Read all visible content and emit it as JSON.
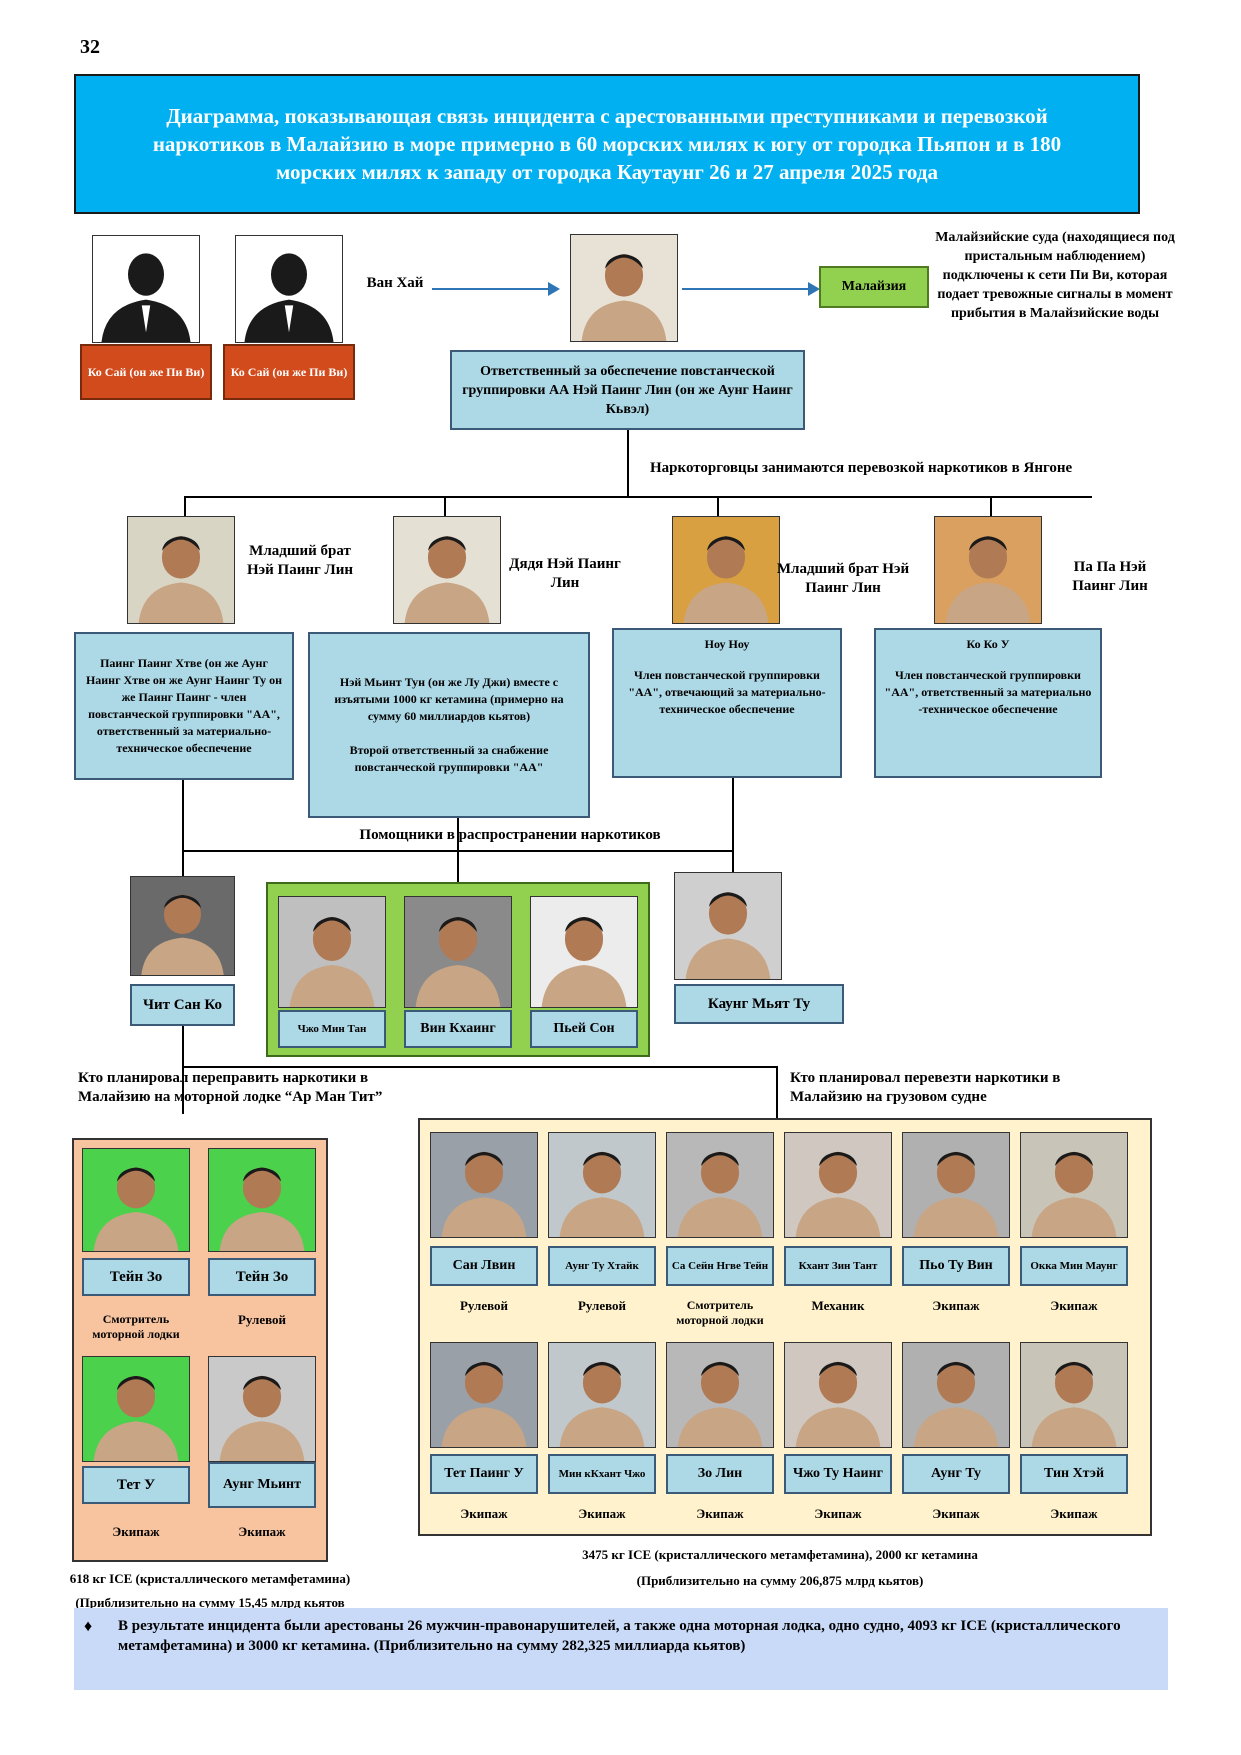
{
  "page_number": "32",
  "title": "Диаграмма, показывающая связь инцидента с арестованными преступниками и перевозкой наркотиков в Малайзию в море примерно в 60 морских милях к югу от городка Пьяпон и в 180 морских милях к западу от городка Каутаунг 26 и 27 апреля 2025 года",
  "top": {
    "unknown1": "Ко Сай (он же Пи Ви)",
    "unknown2": "Ко Сай (он же Пи Ви)",
    "van_hai": "Ван Хай",
    "malaysia": "Малайзия",
    "malaysia_note": "Малайзийские суда (находящиеся под пристальным наблюдением) подключены к сети Пи Ви, которая подает тревожные сигналы в момент прибытия в Малайзийские воды",
    "leader": "Ответственный за обеспечение повстанческой группировки АА Нэй Паинг Лин (он же Аунг Наинг Кьвэл)"
  },
  "traffickers_heading": "Наркоторговцы занимаются перевозкой наркотиков в Янгоне",
  "traffickers": [
    {
      "relation": "Младший брат Нэй Паинг Лин",
      "text": "Паинг Паинг Хтве (он же Аунг Наинг Хтве он же Аунг Наинг Ту он же Паинг Паинг - член повстанческой группировки \"АА\", ответственный за материально-техническое обеспечение"
    },
    {
      "relation": "Дядя Нэй Паинг Лин",
      "text": "Нэй Мьинт Тун (он же Лу Джи) вместе с изъятыми 1000 кг кетамина (примерно на сумму 60 миллиардов кьятов)\n\nВторой ответственный за снабжение повстанческой группировки \"АА\""
    },
    {
      "relation": "Младший брат Нэй Паинг Лин",
      "name": "Ноу Ноу",
      "text": "Член повстанческой группировки \"АА\", отвечающий за материально-техническое обеспечение"
    },
    {
      "relation": "Па Па Нэй Паинг Лин",
      "name": "Ко Ко У",
      "text": "Член повстанческой группировки \"АА\", ответственный за материально -техническое обеспечение"
    }
  ],
  "helpers_heading": "Помощники в распространении наркотиков",
  "helpers": {
    "left": "Чит Сан Ко",
    "group": [
      "Чжо Мин Тан",
      "Вин Кхаинг",
      "Пьей Сон"
    ],
    "right": "Каунг Мьят Ту"
  },
  "boat": {
    "heading": "Кто планировал переправить наркотики в Малайзию на моторной лодке “Ар Ман Тит”",
    "people": [
      {
        "name": "Тейн Зо",
        "role": "Смотритель моторной лодки"
      },
      {
        "name": "Тейн Зо",
        "role": "Рулевой"
      },
      {
        "name": "Тет У",
        "role": "Экипаж"
      },
      {
        "name": "Аунг Мьинт",
        "role": "Экипаж"
      }
    ],
    "seized": "618 кг ICE (кристаллического метамфетамина)",
    "value": "(Приблизительно на сумму 15,45 млрд кьятов"
  },
  "ship": {
    "heading": "Кто планировал перевезти наркотики в Малайзию на грузовом судне",
    "row1": [
      {
        "name": "Сан Лвин",
        "role": "Рулевой"
      },
      {
        "name": "Аунг Ту Хтайк",
        "role": "Рулевой"
      },
      {
        "name": "Са Сейн Нгве Тейн",
        "role": "Смотритель моторной лодки"
      },
      {
        "name": "Кхант Зин Тант",
        "role": "Механик"
      },
      {
        "name": "Пьо Ту Вин",
        "role": "Экипаж"
      },
      {
        "name": "Окка Мин Маунг",
        "role": "Экипаж"
      }
    ],
    "row2": [
      {
        "name": "Тет Паинг У",
        "role": "Экипаж"
      },
      {
        "name": "Мин кКхант Чжо",
        "role": "Экипаж"
      },
      {
        "name": "Зо Лин",
        "role": "Экипаж"
      },
      {
        "name": "Чжо Ту Наинг",
        "role": "Экипаж"
      },
      {
        "name": "Аунг Ту",
        "role": "Экипаж"
      },
      {
        "name": "Тин Хтэй",
        "role": "Экипаж"
      }
    ],
    "seized": "3475 кг ICE (кристаллического метамфетамина), 2000 кг кетамина",
    "value": "(Приблизительно на сумму 206,875 млрд кьятов)"
  },
  "summary": "В результате инцидента были арестованы 26 мужчин-правонарушителей, а также одна моторная лодка, одно судно, 4093 кг ICE (кристаллического метамфетамина) и 3000 кг кетамина. (Приблизительно на сумму 282,325 миллиарда кьятов)",
  "colors": {
    "title_bg": "#00b0f0",
    "box_blue": "#add8e6",
    "red": "#d24b1c",
    "green": "#92d050",
    "boat_bg": "#f8c4a0",
    "ship_bg": "#fff2cc",
    "summary_bg": "#c9daf8"
  }
}
